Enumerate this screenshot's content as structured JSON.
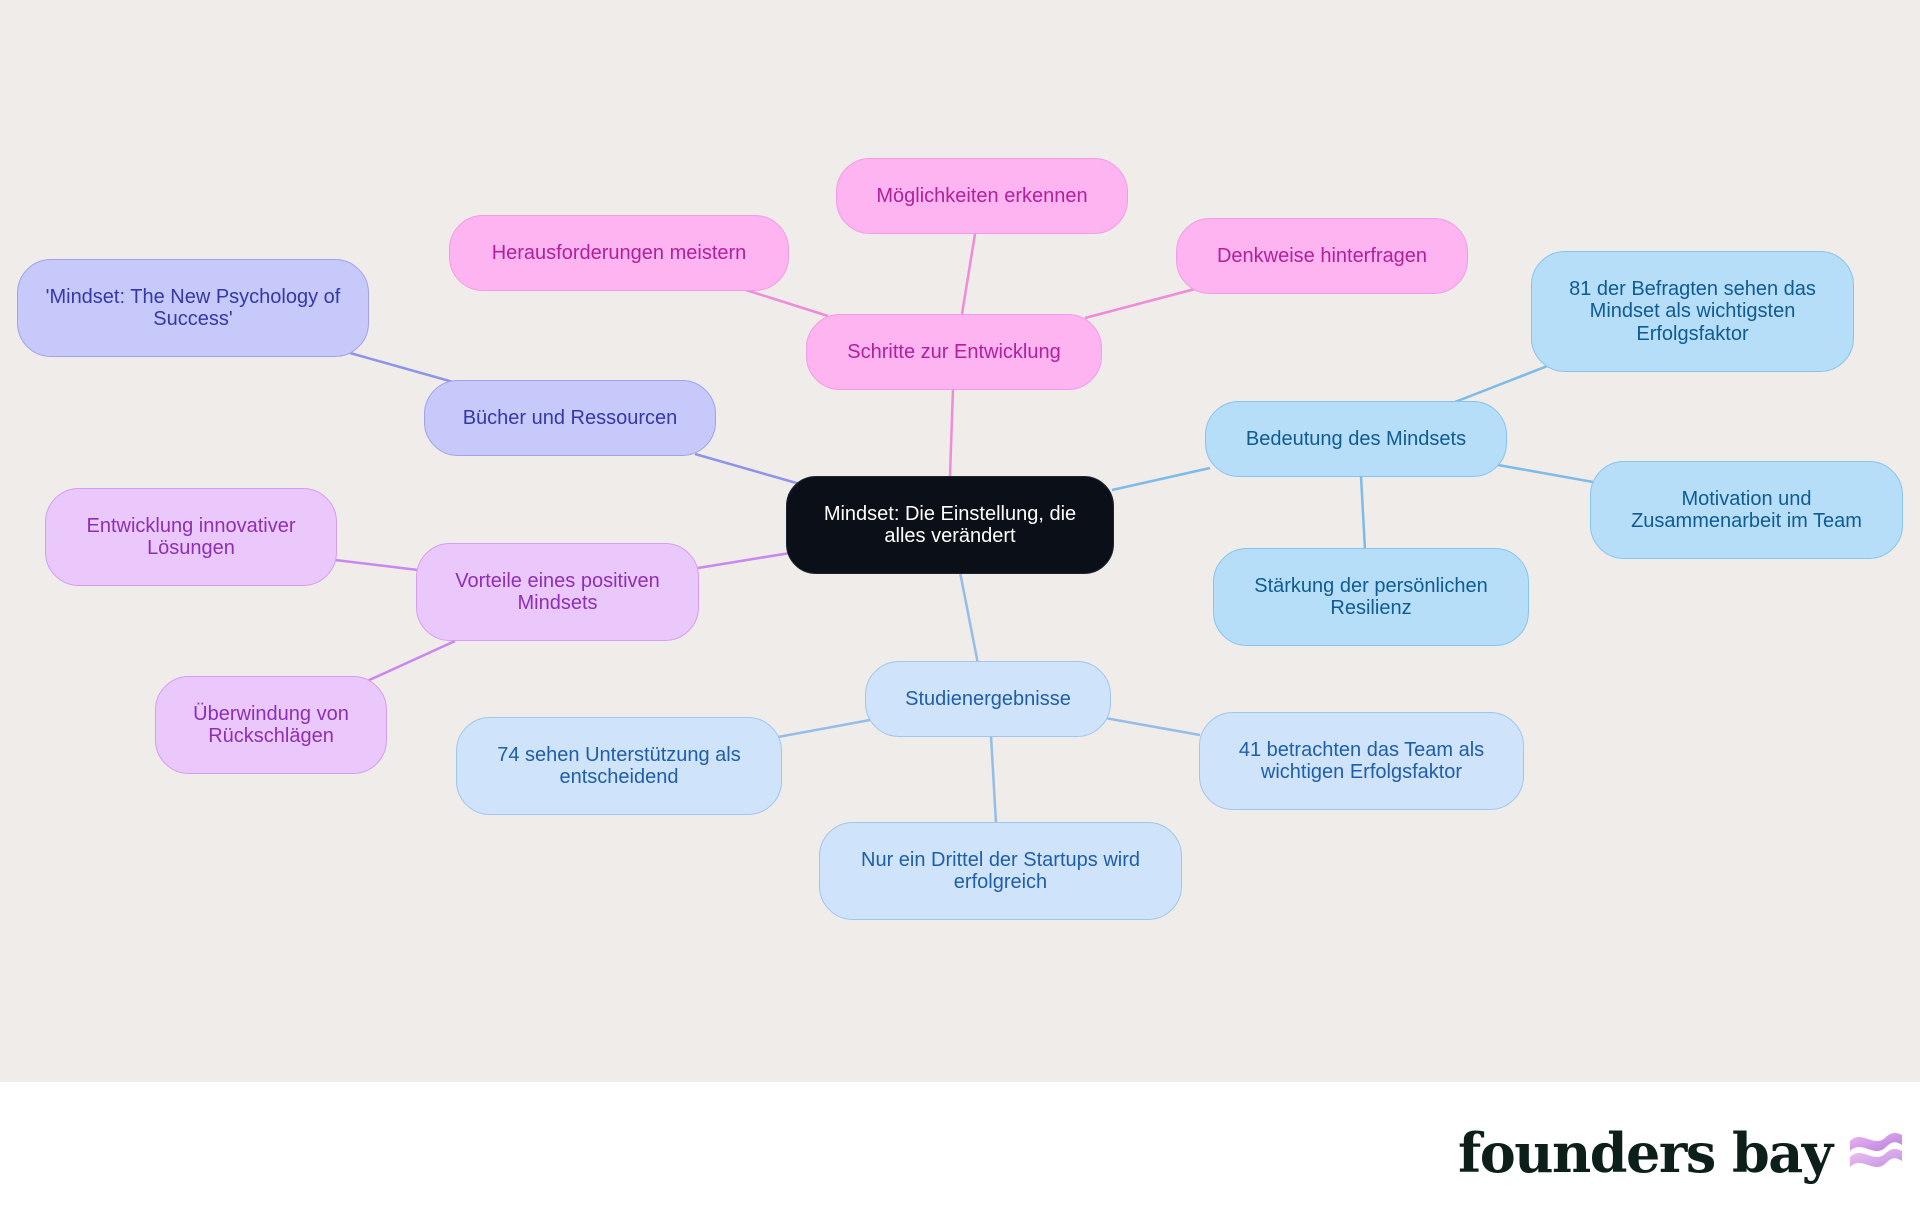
{
  "mindmap": {
    "center": "Mindset: Die Einstellung, die alles verändert",
    "branches": {
      "entwicklung": {
        "label": "Schritte zur Entwicklung",
        "children": [
          "Herausforderungen meistern",
          "Möglichkeiten erkennen",
          "Denkweise hinterfragen"
        ]
      },
      "buecher": {
        "label": "Bücher und Ressourcen",
        "children": [
          "'Mindset: The New Psychology of Success'"
        ]
      },
      "vorteile": {
        "label": "Vorteile eines positiven Mindsets",
        "children": [
          "Entwicklung innovativer Lösungen",
          "Überwindung von Rückschlägen"
        ]
      },
      "bedeutung": {
        "label": "Bedeutung des Mindsets",
        "children": [
          "81 der Befragten sehen das Mindset als wichtigsten Erfolgsfaktor",
          "Motivation und Zusammenarbeit im Team",
          "Stärkung der persönlichen Resilienz"
        ]
      },
      "studien": {
        "label": "Studienergebnisse",
        "children": [
          "74 sehen Unterstützung als entscheidend",
          "Nur ein Drittel der Startups wird erfolgreich",
          "41 betrachten das Team als wichtigen Erfolgsfaktor"
        ]
      }
    },
    "colors": {
      "center": "#0b0f17",
      "entwicklung": "#fdb4f1",
      "buecher": "#c7c9fb",
      "vorteile": "#ebc8fb",
      "bedeutung": "#b6def9",
      "studien": "#cfe3fa"
    }
  },
  "footer": {
    "logo_text": "founders bay",
    "logo_icon": "wave-logo-icon"
  }
}
